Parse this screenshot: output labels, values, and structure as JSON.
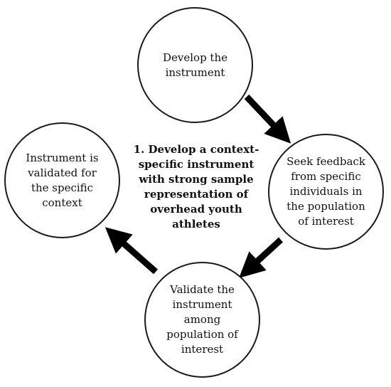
{
  "diagram": {
    "center_text": "1. Develop a context-specific instrument with strong sample representation of overhead youth athletes",
    "nodes": [
      {
        "id": "develop",
        "label": "Develop the instrument"
      },
      {
        "id": "feedback",
        "label": "Seek feedback from specific individuals in the population of interest"
      },
      {
        "id": "validate",
        "label": "Validate the instrument among population of interest"
      },
      {
        "id": "validated",
        "label": "Instrument is validated for the specific context"
      }
    ],
    "edges": [
      {
        "from": "develop",
        "to": "feedback"
      },
      {
        "from": "feedback",
        "to": "validate"
      },
      {
        "from": "validate",
        "to": "validated"
      }
    ],
    "colors": {
      "stroke": "#1a1a1a",
      "arrow": "#000000",
      "background": "#ffffff"
    }
  }
}
